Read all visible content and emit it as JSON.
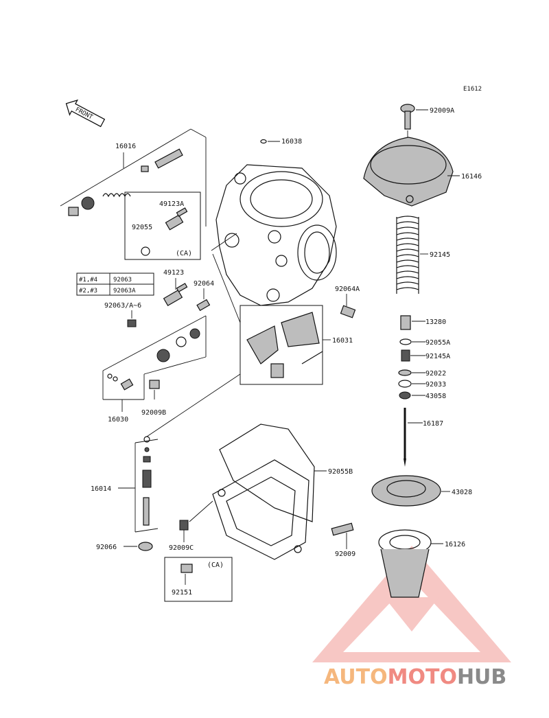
{
  "diagram_code": "E1612",
  "front_label": "FRONT",
  "parts": {
    "p16016": "16016",
    "p16038": "16038",
    "p92009A": "92009A",
    "p16146": "16146",
    "p49123A": "49123A",
    "p92055": "92055",
    "ca_top": "(CA)",
    "p92145": "92145",
    "p92064A": "92064A",
    "p49123": "49123",
    "p92064": "92064",
    "p92063_range": "92063/A~6",
    "p13280": "13280",
    "p16031": "16031",
    "p92055A": "92055A",
    "p92145A": "92145A",
    "p92022": "92022",
    "p92033": "92033",
    "p43058": "43058",
    "p16030": "16030",
    "p92009B": "92009B",
    "p16187": "16187",
    "p16014": "16014",
    "p92055B": "92055B",
    "p43028": "43028",
    "p92066": "92066",
    "p92009C": "92009C",
    "p92009": "92009",
    "p16126": "16126",
    "ca_bottom": "(CA)",
    "p92151": "92151"
  },
  "cylinder_table": [
    {
      "cyl": "#1,#4",
      "part": "92063"
    },
    {
      "cyl": "#2,#3",
      "part": "92063A"
    }
  ],
  "watermark": {
    "part1": "AUTO",
    "part2": "MOTO",
    "part3": "HUB",
    "color1": "#f5b77d",
    "color2": "#f08a82",
    "color3": "#8a8a8a"
  }
}
